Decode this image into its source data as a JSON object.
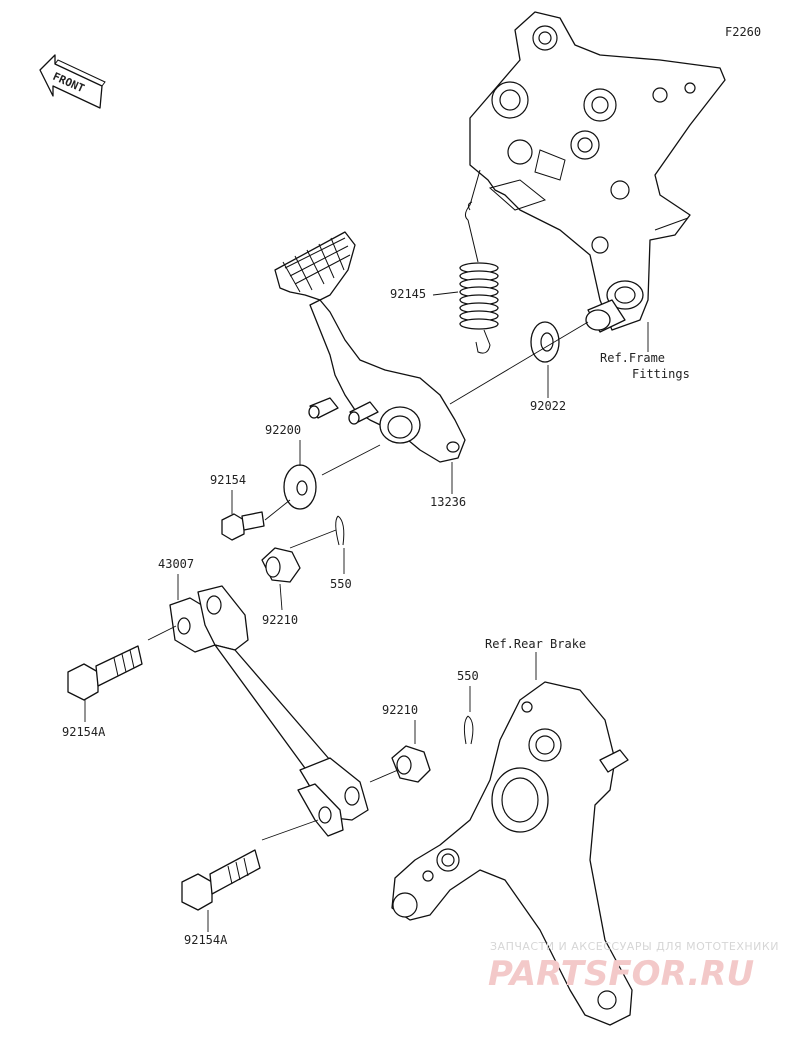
{
  "diagram": {
    "code": "F2260",
    "direction_label": "FRONT",
    "parts": [
      {
        "id": "p-92145",
        "label": "92145"
      },
      {
        "id": "p-92022",
        "label": "92022"
      },
      {
        "id": "p-92200",
        "label": "92200"
      },
      {
        "id": "p-92154",
        "label": "92154"
      },
      {
        "id": "p-13236",
        "label": "13236"
      },
      {
        "id": "p-550a",
        "label": "550"
      },
      {
        "id": "p-43007",
        "label": "43007"
      },
      {
        "id": "p-92210a",
        "label": "92210"
      },
      {
        "id": "p-92154a1",
        "label": "92154A"
      },
      {
        "id": "p-92210b",
        "label": "92210"
      },
      {
        "id": "p-550b",
        "label": "550"
      },
      {
        "id": "p-92154a2",
        "label": "92154A"
      }
    ],
    "references": {
      "frame_line1": "Ref.Frame",
      "frame_line2": "Fittings",
      "rear_brake": "Ref.Rear Brake"
    }
  },
  "watermark": {
    "tagline": "ЗАПЧАСТИ И АКСЕССУАРЫ ДЛЯ МОТОТЕХНИКИ",
    "brand": "PARTSFOR.RU"
  }
}
